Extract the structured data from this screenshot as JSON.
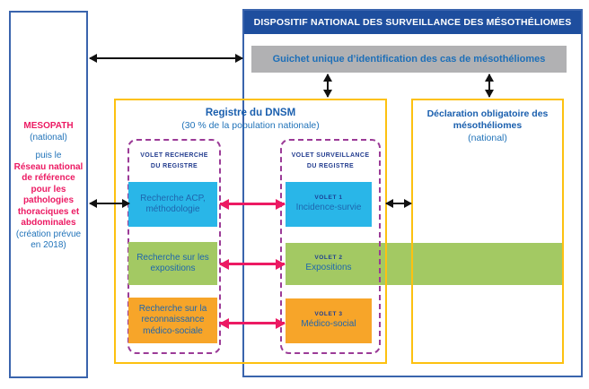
{
  "header": {
    "title": "DISPOSITIF NATIONAL DES SURVEILLANCE DES MÉSOTHÉLIOMES"
  },
  "guichet": {
    "label": "Guichet unique d’identification des cas de mésothéliomes"
  },
  "mesopath": {
    "segments": [
      {
        "text": "MESOPATH"
      },
      {
        "text": "(national)"
      },
      {
        "text": "puis le"
      },
      {
        "text": "Réseau national de référence pour les pathologies thoraciques et abdominales"
      },
      {
        "text": "(création prévue en 2018)"
      }
    ]
  },
  "registre": {
    "title": "Registre du DNSM",
    "subtitle": "(30 % de la population nationale)"
  },
  "declaration": {
    "title": "Déclaration obligatoire des mésothéliomes",
    "subtitle": "(national)"
  },
  "volet_recherche": {
    "label": "VOLET RECHERCHE\nDU REGISTRE",
    "items": [
      {
        "label": "Recherche ACP, méthodologie",
        "color": "#29b6e8"
      },
      {
        "label": "Recherche sur les expositions",
        "color": "#a3c963"
      },
      {
        "label": "Recherche sur la reconnaissance médico-sociale",
        "color": "#f7a529"
      }
    ]
  },
  "volet_surveillance": {
    "label": "VOLET SURVEILLANCE\nDU REGISTRE",
    "items": [
      {
        "tag": "VOLET 1",
        "label": "Incidence-survie",
        "color": "#29b6e8"
      },
      {
        "tag": "VOLET 2",
        "label": "Expositions",
        "color": "#a3c963"
      },
      {
        "tag": "VOLET 3",
        "label": "Médico-social",
        "color": "#f7a529"
      }
    ]
  },
  "connections": [
    {
      "type": "black-double-arrow",
      "from": "mesopath-panel",
      "to": "guichet-box"
    },
    {
      "type": "black-double-arrow",
      "from": "mesopath-panel",
      "to": "recherche-acp-box"
    },
    {
      "type": "black-double-arrow",
      "from": "guichet-box",
      "to": "registre-panel"
    },
    {
      "type": "black-double-arrow",
      "from": "guichet-box",
      "to": "declaration-panel"
    },
    {
      "type": "black-double-arrow",
      "from": "volet1-box",
      "to": "declaration-panel"
    },
    {
      "type": "pink-double-arrow",
      "from": "recherche-acp-box",
      "to": "volet1-box"
    },
    {
      "type": "pink-double-arrow",
      "from": "recherche-expositions-box",
      "to": "volet2-box"
    },
    {
      "type": "pink-double-arrow",
      "from": "recherche-medico-sociale-box",
      "to": "volet3-box"
    }
  ],
  "colors": {
    "header_blue": "#1e4e9e",
    "border_blue": "#3a64ad",
    "title_blue": "#1a5fae",
    "body_blue": "#2173b9",
    "navy_label": "#233d8f",
    "pink": "#ec1a63",
    "purple_dash": "#9b3b97",
    "yellow_border": "#fdc110",
    "gray_box": "#b1b1b3",
    "cyan": "#29b6e8",
    "green": "#a3c963",
    "orange": "#f7a529",
    "arrow_black": "#111111"
  }
}
